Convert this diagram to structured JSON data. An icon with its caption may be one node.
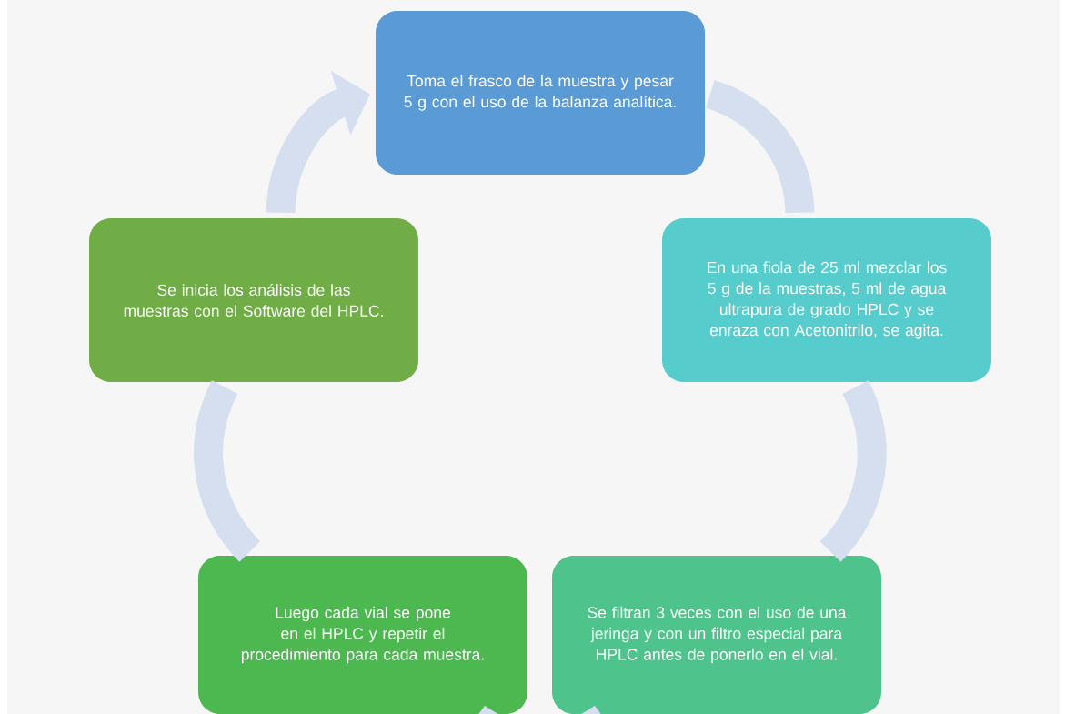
{
  "diagram": {
    "nodes": [
      {
        "text": [
          "Toma el frasco de la muestra y pesar 5 g con el uso de la balanza analítica."
        ]
      },
      {
        "text": [
          "En una fiola de 25 ml mezclar los 5 g de la muestras, 5 ml de agua ultrapura de grado HPLC y se enraza con Acetonitrilo, se agita."
        ]
      },
      {
        "text": [
          "Se filtran 3 veces con el uso de una jeringa y con un filtro especial para HPLC antes de ponerlo en el vial."
        ]
      },
      {
        "text": [
          "Luego cada vial se pone en el HPLC y repetir el procedimiento para cada muestra."
        ]
      },
      {
        "text": [
          "Se inicia los análisis de las muestras con el Software del HPLC."
        ]
      }
    ],
    "edges": [
      {
        "from": 0,
        "to": 1,
        "arrow": "none"
      },
      {
        "from": 1,
        "to": 2,
        "arrow": "none"
      },
      {
        "from": 2,
        "to": 3,
        "arrow": "none"
      },
      {
        "from": 3,
        "to": 4,
        "arrow": "none"
      },
      {
        "from": 4,
        "to": 0,
        "arrow": "to"
      }
    ]
  }
}
